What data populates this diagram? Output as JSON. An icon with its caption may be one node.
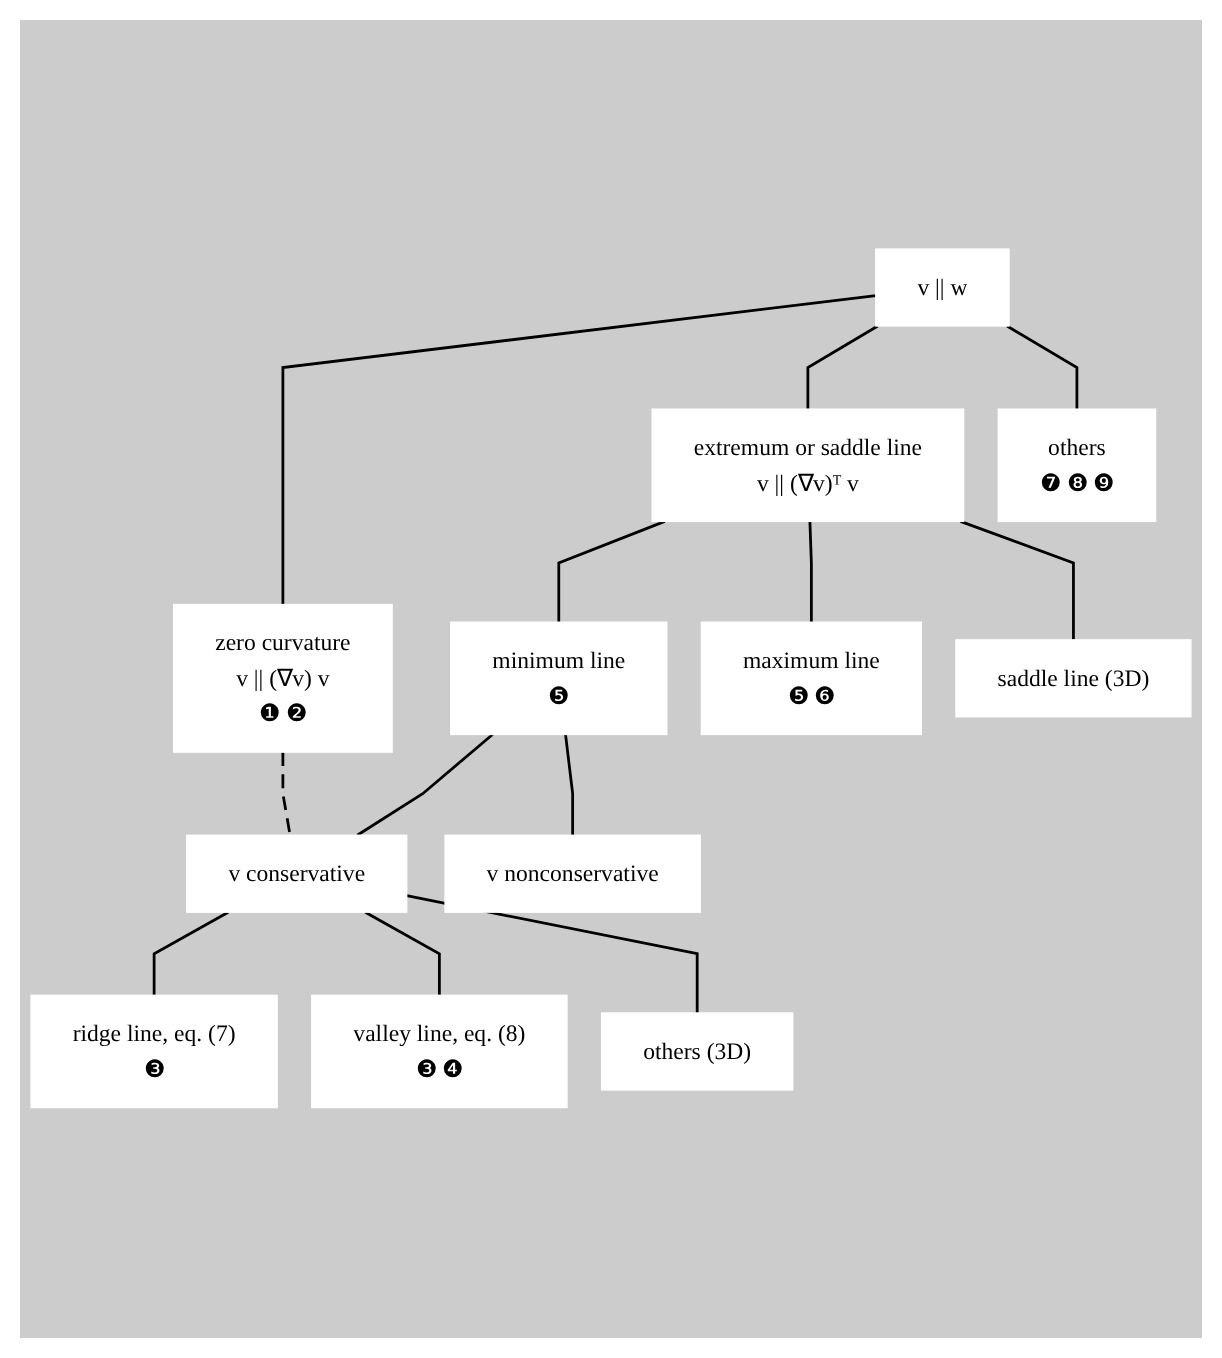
{
  "diagram": {
    "nodes": [
      {
        "text": [
          "v || w"
        ]
      },
      {
        "text": [
          "zero curvature",
          "v || (∇v) v",
          "❶ ❷"
        ]
      },
      {
        "text": [
          "extremum or saddle line",
          "v || (∇v)ᵀ v"
        ]
      },
      {
        "text": [
          "others",
          "❼ ❽ ❾"
        ]
      },
      {
        "text": [
          "minimum line",
          "❺"
        ]
      },
      {
        "text": [
          "maximum line",
          "❺ ❻"
        ]
      },
      {
        "text": [
          "saddle line (3D)"
        ]
      },
      {
        "text": [
          "v conservative"
        ]
      },
      {
        "text": [
          "v nonconservative"
        ]
      },
      {
        "text": [
          "ridge line, eq. (7)",
          "❸"
        ]
      },
      {
        "text": [
          "valley line, eq. (8)",
          "❸ ❹"
        ]
      },
      {
        "text": [
          "others (3D)"
        ]
      }
    ],
    "edges": [
      {
        "from": 0,
        "to": 1,
        "arrow": "none"
      },
      {
        "from": 0,
        "to": 2,
        "arrow": "none"
      },
      {
        "from": 0,
        "to": 3,
        "arrow": "none"
      },
      {
        "from": 2,
        "to": 4,
        "arrow": "none"
      },
      {
        "from": 2,
        "to": 5,
        "arrow": "none"
      },
      {
        "from": 2,
        "to": 6,
        "arrow": "none"
      },
      {
        "from": 4,
        "to": 7,
        "arrow": "none"
      },
      {
        "from": 4,
        "to": 8,
        "arrow": "none"
      },
      {
        "from": 1,
        "to": 7,
        "arrow": "none",
        "style": "dashed"
      },
      {
        "from": 7,
        "to": 9,
        "arrow": "none"
      },
      {
        "from": 7,
        "to": 10,
        "arrow": "none"
      },
      {
        "from": 7,
        "to": 11,
        "arrow": "none"
      }
    ]
  }
}
